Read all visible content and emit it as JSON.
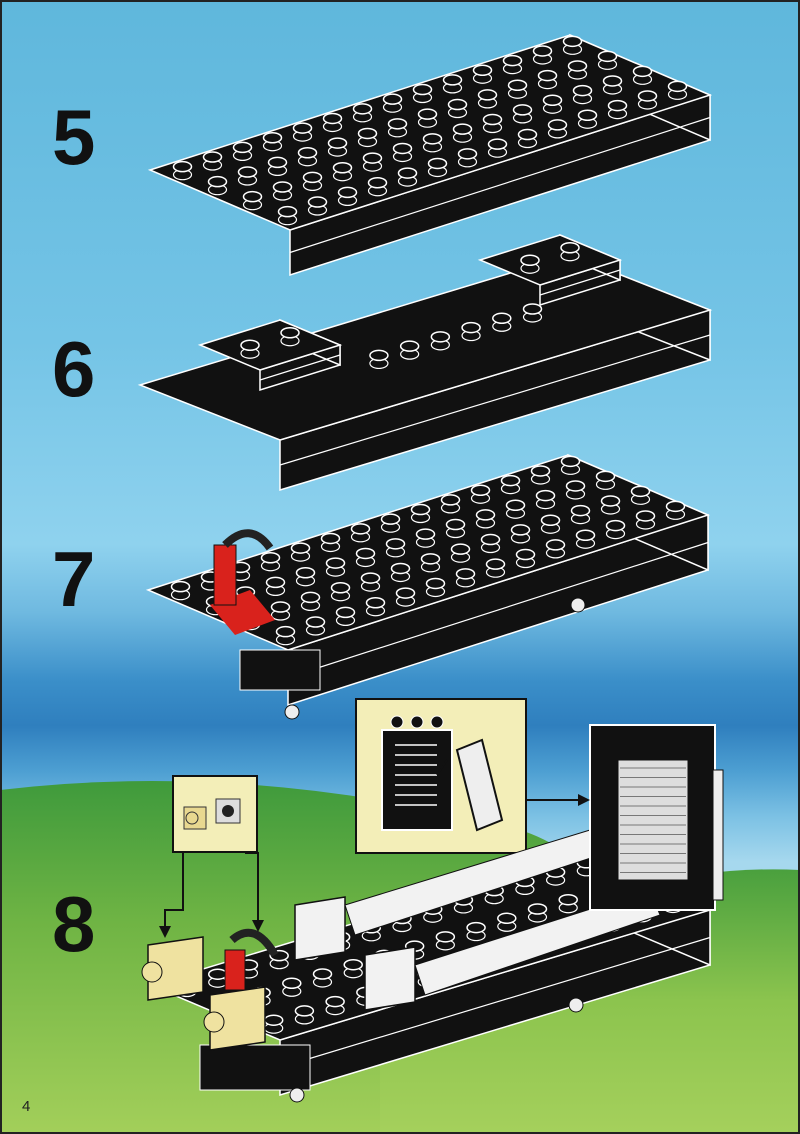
{
  "steps": [
    {
      "number": "5"
    },
    {
      "number": "6"
    },
    {
      "number": "7"
    },
    {
      "number": "8"
    }
  ],
  "page_number": "4",
  "colors": {
    "brick": "#111111",
    "outline": "#ffffff",
    "accent_red": "#d9221c",
    "callout_bg": "#f3eeb8"
  }
}
